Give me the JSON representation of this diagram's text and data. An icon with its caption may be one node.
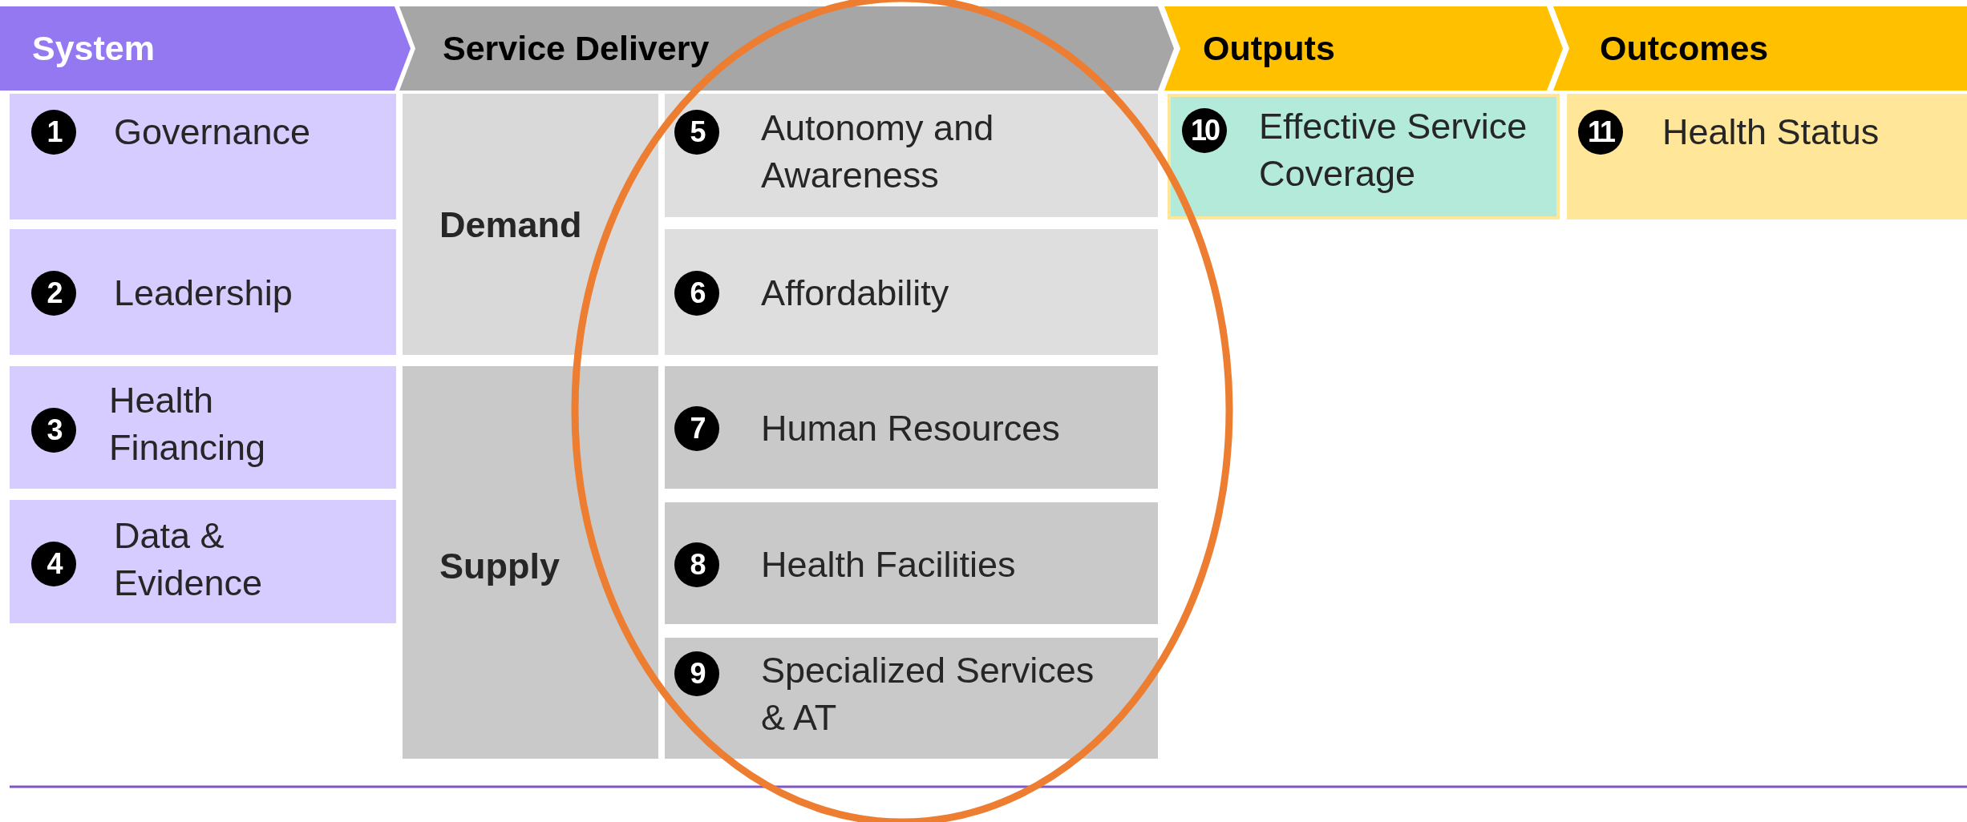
{
  "diagram": {
    "nodes": [
      {
        "text": [
          "System"
        ]
      },
      {
        "text": [
          "Service Delivery"
        ]
      },
      {
        "text": [
          "Outputs"
        ]
      },
      {
        "text": [
          "Outcomes"
        ]
      },
      {
        "text": [
          "1",
          "Governance"
        ]
      },
      {
        "text": [
          "2",
          "Leadership"
        ]
      },
      {
        "text": [
          "3",
          "Health Financing"
        ]
      },
      {
        "text": [
          "4",
          "Data & Evidence"
        ]
      },
      {
        "text": [
          "Demand"
        ]
      },
      {
        "text": [
          "Supply"
        ]
      },
      {
        "text": [
          "5",
          "Autonomy and Awareness"
        ]
      },
      {
        "text": [
          "6",
          "Affordability"
        ]
      },
      {
        "text": [
          "7",
          "Human Resources"
        ]
      },
      {
        "text": [
          "8",
          "Health Facilities"
        ]
      },
      {
        "text": [
          "9",
          "Specialized Services & AT"
        ]
      },
      {
        "text": [
          "10",
          "Effective Service Coverage"
        ]
      },
      {
        "text": [
          "11",
          "Health Status"
        ]
      }
    ]
  }
}
